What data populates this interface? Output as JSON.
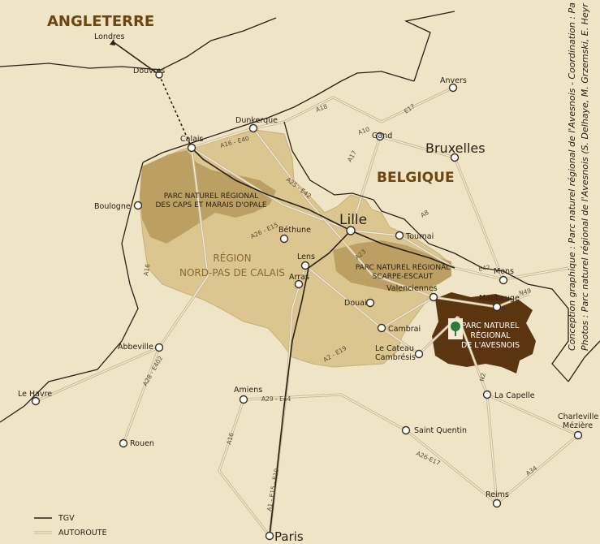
{
  "countries": {
    "england": "ANGLETERRE",
    "belgium": "BELGIQUE"
  },
  "region": {
    "line1": "RÉGION",
    "line2": "NORD-PAS DE CALAIS"
  },
  "parks": {
    "caps_marais": {
      "line1": "PARC NATUREL RÉGIONAL",
      "line2": "DES CAPS ET MARAIS D'OPALE"
    },
    "scarpe_escaut": {
      "line1": "PARC NATUREL RÉGIONAL",
      "line2": "SCARPE-ESCAUT"
    },
    "avesnois": {
      "line1": "PARC NATUREL",
      "line2": "RÉGIONAL",
      "line3": "DE L'AVESNOIS"
    }
  },
  "cities": {
    "londres": "Londres",
    "douvres": "Douvres",
    "dunkerque": "Dunkerque",
    "calais": "Calais",
    "boulogne": "Boulogne",
    "bethune": "Béthune",
    "lille": "Lille",
    "lens": "Lens",
    "arras": "Arras",
    "douai": "Douai",
    "valenciennes": "Valenciennes",
    "cambrai": "Cambrai",
    "le_cateau_1": "Le Cateau",
    "le_cateau_2": "Cambrésis",
    "maubeuge": "Maubeuge",
    "la_capelle": "La Capelle",
    "tournai": "Tournai",
    "mons": "Mons",
    "gand": "Gand",
    "anvers": "Anvers",
    "bruxelles": "Bruxelles",
    "abbeville": "Abbeville",
    "le_havre": "Le Havre",
    "amiens": "Amiens",
    "rouen": "Rouen",
    "saint_quentin": "Saint Quentin",
    "charleville_1": "Charleville",
    "charleville_2": "Mézière",
    "reims": "Reims",
    "paris": "Paris"
  },
  "roads": {
    "a16_e40": "A16 - E40",
    "a18": "A18",
    "e17_north": "E17",
    "a10": "A10",
    "a17": "A17",
    "a25_e42": "A25 - E42",
    "a26_e15_north": "A26 - E15",
    "a8": "A8",
    "a23": "A23",
    "e42": "E42",
    "n49": "N49",
    "a16_west": "A16",
    "a28_e402": "A28 - E402",
    "a29_e44": "A29 - E44",
    "a2_e19": "A2 - E19",
    "n2": "N2",
    "a16_south": "A16",
    "a1_e15_e19": "A1 - E15 - E19",
    "a26_e17": "A26-E17",
    "a34": "A34"
  },
  "legend": {
    "tgv": "TGV",
    "autoroute": "AUTOROUTE"
  },
  "credits": {
    "line1": "Conception graphique : Parc naturel régional de l'Avesnois - Coordination : Pa",
    "line2": "Photos : Parc naturel régional de l'Avesnois (S. Delhaye, M. Grzemski, E. Heyr"
  },
  "colors": {
    "background": "#efe4c6",
    "region": "#dcc68f",
    "park_light": "#bca063",
    "avesnois": "#5b3410",
    "country_label": "#6b4512"
  }
}
